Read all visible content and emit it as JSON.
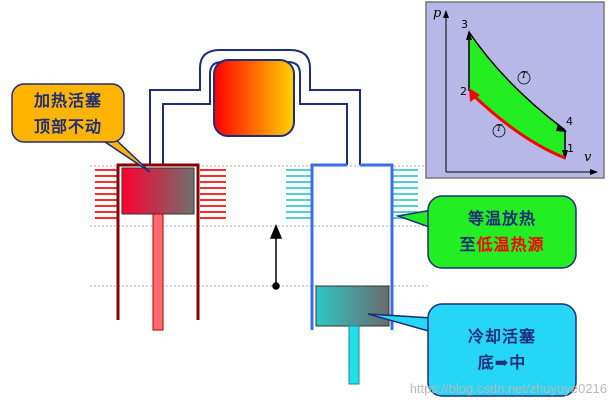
{
  "callouts": {
    "heat_piston": {
      "line1": "加热活塞",
      "line2": "顶部不动"
    },
    "isothermal_release": {
      "line1": "等温放热",
      "line2_prefix": "至",
      "line2_highlight": "低温热源"
    },
    "cool_piston": {
      "line1": "冷却活塞",
      "line2_prefix": "底",
      "line2_arrow": "➡",
      "line2_suffix": "中"
    }
  },
  "pv_diagram": {
    "axis_p": "p",
    "axis_v": "v",
    "points": [
      "1",
      "2",
      "3",
      "4"
    ],
    "isotherm_symbol_upper": "T",
    "isotherm_symbol_lower": "T"
  },
  "watermark": "https://blog.csdn.net/zhuyuye0216",
  "colors": {
    "hot_cylinder": "#8b0000",
    "cold_cylinder": "#3a6de8",
    "pipe": "#1f2d7a",
    "pv_bg": "#b8b8e8",
    "pv_fill": "#22ee22",
    "callout_orange": "#ffb400",
    "callout_green": "#22ee22",
    "callout_cyan": "#26d6f7",
    "highlight_red": "#ff0000"
  }
}
